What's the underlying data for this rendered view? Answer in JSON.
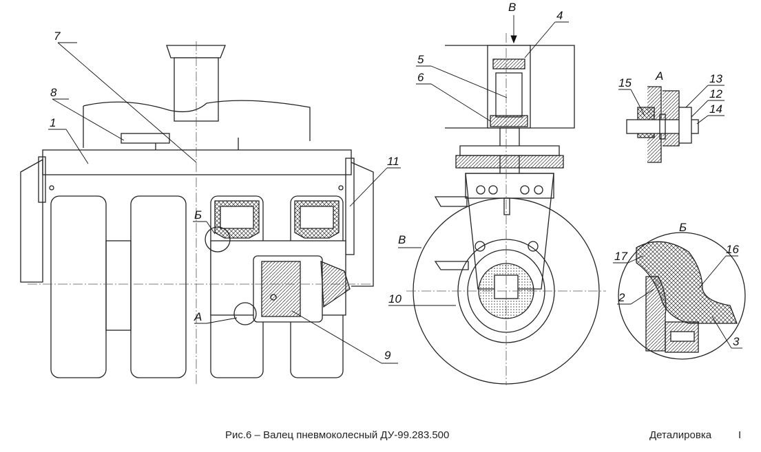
{
  "caption": "Рис.6 – Валец пневмоколесный ДУ-99.283.500",
  "section_title": "Деталировка",
  "page_number": "I",
  "view_labels": {
    "view_b_top": "В",
    "view_b_side": "В",
    "detail_a_title": "А",
    "detail_b_title": "Б"
  },
  "callouts": {
    "c1": "1",
    "c2": "2",
    "c3": "3",
    "c4": "4",
    "c5": "5",
    "c6": "6",
    "c7": "7",
    "c8": "8",
    "c9": "9",
    "c10": "10",
    "c11": "11",
    "c12": "12",
    "c13": "13",
    "c14": "14",
    "c15": "15",
    "c16": "16",
    "c17": "17",
    "mark_a": "А",
    "mark_b": "Б"
  }
}
